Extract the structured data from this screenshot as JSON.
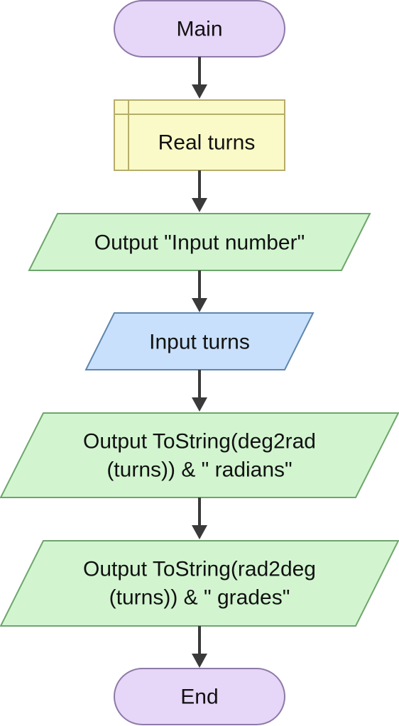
{
  "flowchart": {
    "start": {
      "label": "Main"
    },
    "declare": {
      "label": "Real turns"
    },
    "output_prompt": {
      "label": "Output \"Input number\""
    },
    "input": {
      "label": "Input turns"
    },
    "output_radians": {
      "line1": "Output ToString(deg2rad",
      "line2": "(turns)) & \" radians\""
    },
    "output_grades": {
      "line1": "Output ToString(rad2deg",
      "line2": "(turns)) & \" grades\""
    },
    "end": {
      "label": "End"
    }
  },
  "colors": {
    "terminal_fill": "#e6d6f7",
    "terminal_stroke": "#8e79a8",
    "declare_fill": "#fafac8",
    "declare_stroke": "#b5ad6a",
    "output_fill": "#d2f5d0",
    "output_stroke": "#6ea56c",
    "input_fill": "#c8e0fb",
    "input_stroke": "#5f86ad",
    "arrow": "#3a3a3a"
  }
}
